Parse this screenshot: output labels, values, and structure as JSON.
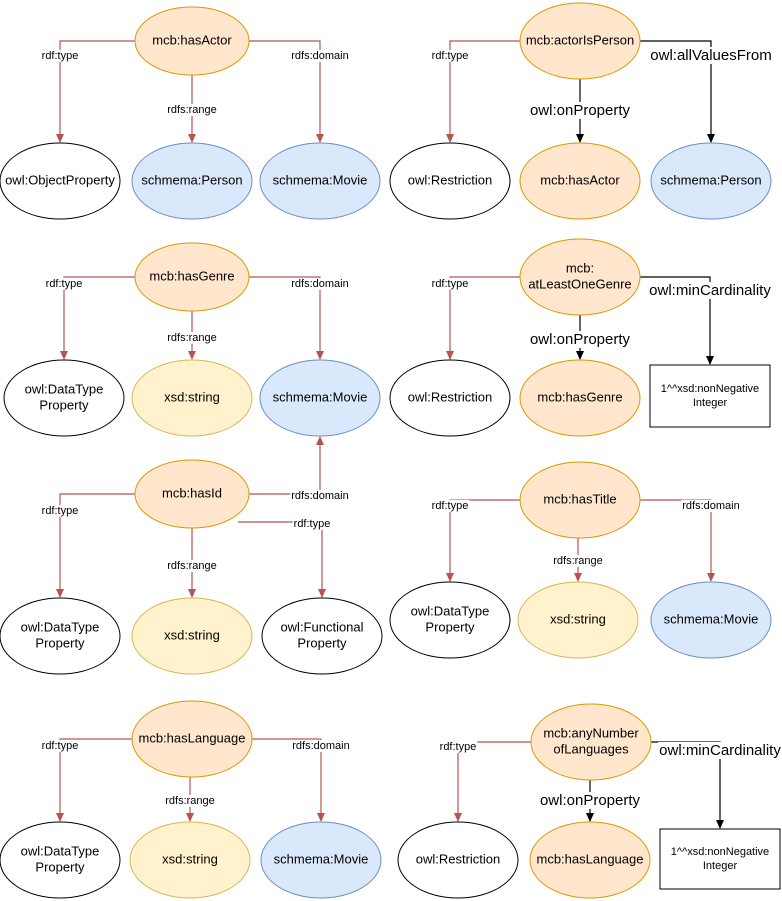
{
  "styles": {
    "orange": {
      "fill": "#ffe6cc",
      "stroke": "#d79b00"
    },
    "blue": {
      "fill": "#dae8fc",
      "stroke": "#6c8ebf"
    },
    "yellow": {
      "fill": "#fff2cc",
      "stroke": "#d6b656"
    },
    "white": {
      "fill": "#ffffff",
      "stroke": "#000000"
    },
    "red_edge": "#b85450",
    "black_edge": "#000000"
  },
  "nodes": [
    {
      "id": "hasActor",
      "lines": [
        "mcb:hasActor"
      ],
      "style": "orange"
    },
    {
      "id": "objprop1",
      "lines": [
        "owl:ObjectProperty"
      ],
      "style": "white"
    },
    {
      "id": "person1",
      "lines": [
        "schmema:Person"
      ],
      "style": "blue"
    },
    {
      "id": "movie1",
      "lines": [
        "schmema:Movie"
      ],
      "style": "blue"
    },
    {
      "id": "actorIsPerson",
      "lines": [
        "mcb:actorIsPerson"
      ],
      "style": "orange"
    },
    {
      "id": "restr1",
      "lines": [
        "owl:Restriction"
      ],
      "style": "white"
    },
    {
      "id": "hasActor2",
      "lines": [
        "mcb:hasActor"
      ],
      "style": "orange"
    },
    {
      "id": "person2",
      "lines": [
        "schmema:Person"
      ],
      "style": "blue"
    },
    {
      "id": "hasGenre",
      "lines": [
        "mcb:hasGenre"
      ],
      "style": "orange"
    },
    {
      "id": "dtprop1",
      "lines": [
        "owl:DataType",
        "Property"
      ],
      "style": "white"
    },
    {
      "id": "string1",
      "lines": [
        "xsd:string"
      ],
      "style": "yellow"
    },
    {
      "id": "movie2",
      "lines": [
        "schmema:Movie"
      ],
      "style": "blue"
    },
    {
      "id": "atLeastOneGenre",
      "lines": [
        "mcb:",
        "atLeastOneGenre"
      ],
      "style": "orange"
    },
    {
      "id": "restr2",
      "lines": [
        "owl:Restriction"
      ],
      "style": "white"
    },
    {
      "id": "hasGenre2",
      "lines": [
        "mcb:hasGenre"
      ],
      "style": "orange"
    },
    {
      "id": "card1",
      "lines": [
        "1^^xsd:nonNegative",
        "Integer"
      ],
      "style": "white",
      "shape": "rect"
    },
    {
      "id": "hasId",
      "lines": [
        "mcb:hasId"
      ],
      "style": "orange"
    },
    {
      "id": "dtprop2",
      "lines": [
        "owl:DataType",
        "Property"
      ],
      "style": "white"
    },
    {
      "id": "string2",
      "lines": [
        "xsd:string"
      ],
      "style": "yellow"
    },
    {
      "id": "funcprop",
      "lines": [
        "owl:Functional",
        "Property"
      ],
      "style": "white"
    },
    {
      "id": "hasTitle",
      "lines": [
        "mcb:hasTitle"
      ],
      "style": "orange"
    },
    {
      "id": "dtprop3",
      "lines": [
        "owl:DataType",
        "Property"
      ],
      "style": "white"
    },
    {
      "id": "string3",
      "lines": [
        "xsd:string"
      ],
      "style": "yellow"
    },
    {
      "id": "movie3",
      "lines": [
        "schmema:Movie"
      ],
      "style": "blue"
    },
    {
      "id": "hasLanguage",
      "lines": [
        "mcb:hasLanguage"
      ],
      "style": "orange"
    },
    {
      "id": "dtprop4",
      "lines": [
        "owl:DataType",
        "Property"
      ],
      "style": "white"
    },
    {
      "id": "string4",
      "lines": [
        "xsd:string"
      ],
      "style": "yellow"
    },
    {
      "id": "movie4",
      "lines": [
        "schmema:Movie"
      ],
      "style": "blue"
    },
    {
      "id": "anyNumberOfLanguages",
      "lines": [
        "mcb:anyNumber",
        "ofLanguages"
      ],
      "style": "orange"
    },
    {
      "id": "restr3",
      "lines": [
        "owl:Restriction"
      ],
      "style": "white"
    },
    {
      "id": "hasLanguage2",
      "lines": [
        "mcb:hasLanguage"
      ],
      "style": "orange"
    },
    {
      "id": "card2",
      "lines": [
        "1^^xsd:nonNegative",
        "Integer"
      ],
      "style": "white",
      "shape": "rect"
    }
  ],
  "edges": [
    {
      "from": "hasActor",
      "to": "objprop1",
      "label": "rdf:type",
      "color": "red_edge"
    },
    {
      "from": "hasActor",
      "to": "person1",
      "label": "rdfs:range",
      "color": "red_edge"
    },
    {
      "from": "hasActor",
      "to": "movie1",
      "label": "rdfs:domain",
      "color": "red_edge"
    },
    {
      "from": "actorIsPerson",
      "to": "restr1",
      "label": "rdf:type",
      "color": "red_edge"
    },
    {
      "from": "actorIsPerson",
      "to": "hasActor2",
      "label": "owl:onProperty",
      "color": "black_edge",
      "large": true
    },
    {
      "from": "actorIsPerson",
      "to": "person2",
      "label": "owl:allValuesFrom",
      "color": "black_edge",
      "large": true
    },
    {
      "from": "hasGenre",
      "to": "dtprop1",
      "label": "rdf:type",
      "color": "red_edge"
    },
    {
      "from": "hasGenre",
      "to": "string1",
      "label": "rdfs:range",
      "color": "red_edge"
    },
    {
      "from": "hasGenre",
      "to": "movie2",
      "label": "rdfs:domain",
      "color": "red_edge"
    },
    {
      "from": "atLeastOneGenre",
      "to": "restr2",
      "label": "rdf:type",
      "color": "red_edge"
    },
    {
      "from": "atLeastOneGenre",
      "to": "hasGenre2",
      "label": "owl:onProperty",
      "color": "black_edge",
      "large": true
    },
    {
      "from": "atLeastOneGenre",
      "to": "card1",
      "label": "owl:minCardinality",
      "color": "black_edge",
      "large": true
    },
    {
      "from": "hasId",
      "to": "dtprop2",
      "label": "rdf:type",
      "color": "red_edge"
    },
    {
      "from": "hasId",
      "to": "string2",
      "label": "rdfs:range",
      "color": "red_edge"
    },
    {
      "from": "hasId",
      "to": "movie2",
      "label": "rdfs:domain",
      "color": "red_edge"
    },
    {
      "from": "hasId",
      "to": "funcprop",
      "label": "rdf:type",
      "color": "red_edge"
    },
    {
      "from": "hasTitle",
      "to": "dtprop3",
      "label": "rdf:type",
      "color": "red_edge"
    },
    {
      "from": "hasTitle",
      "to": "string3",
      "label": "rdfs:range",
      "color": "red_edge"
    },
    {
      "from": "hasTitle",
      "to": "movie3",
      "label": "rdfs:domain",
      "color": "red_edge"
    },
    {
      "from": "hasLanguage",
      "to": "dtprop4",
      "label": "rdf:type",
      "color": "red_edge"
    },
    {
      "from": "hasLanguage",
      "to": "string4",
      "label": "rdfs:range",
      "color": "red_edge"
    },
    {
      "from": "hasLanguage",
      "to": "movie4",
      "label": "rdfs:domain",
      "color": "red_edge"
    },
    {
      "from": "anyNumberOfLanguages",
      "to": "restr3",
      "label": "rdf:type",
      "color": "red_edge"
    },
    {
      "from": "anyNumberOfLanguages",
      "to": "hasLanguage2",
      "label": "owl:onProperty",
      "color": "black_edge",
      "large": true
    },
    {
      "from": "anyNumberOfLanguages",
      "to": "card2",
      "label": "owl:minCardinality",
      "color": "black_edge",
      "large": true
    }
  ]
}
